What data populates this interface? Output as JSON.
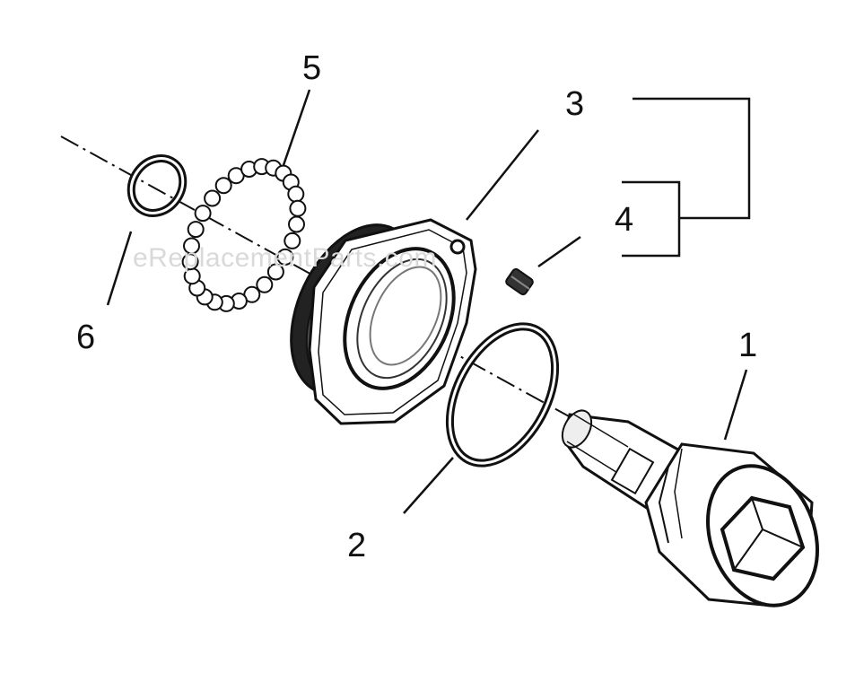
{
  "diagram": {
    "callouts": [
      "1",
      "2",
      "3",
      "4",
      "5",
      "6"
    ],
    "watermark": "eReplacementParts.com"
  },
  "colors": {
    "ink": "#111111",
    "background": "#ffffff",
    "watermark": "#d9d9d9"
  }
}
